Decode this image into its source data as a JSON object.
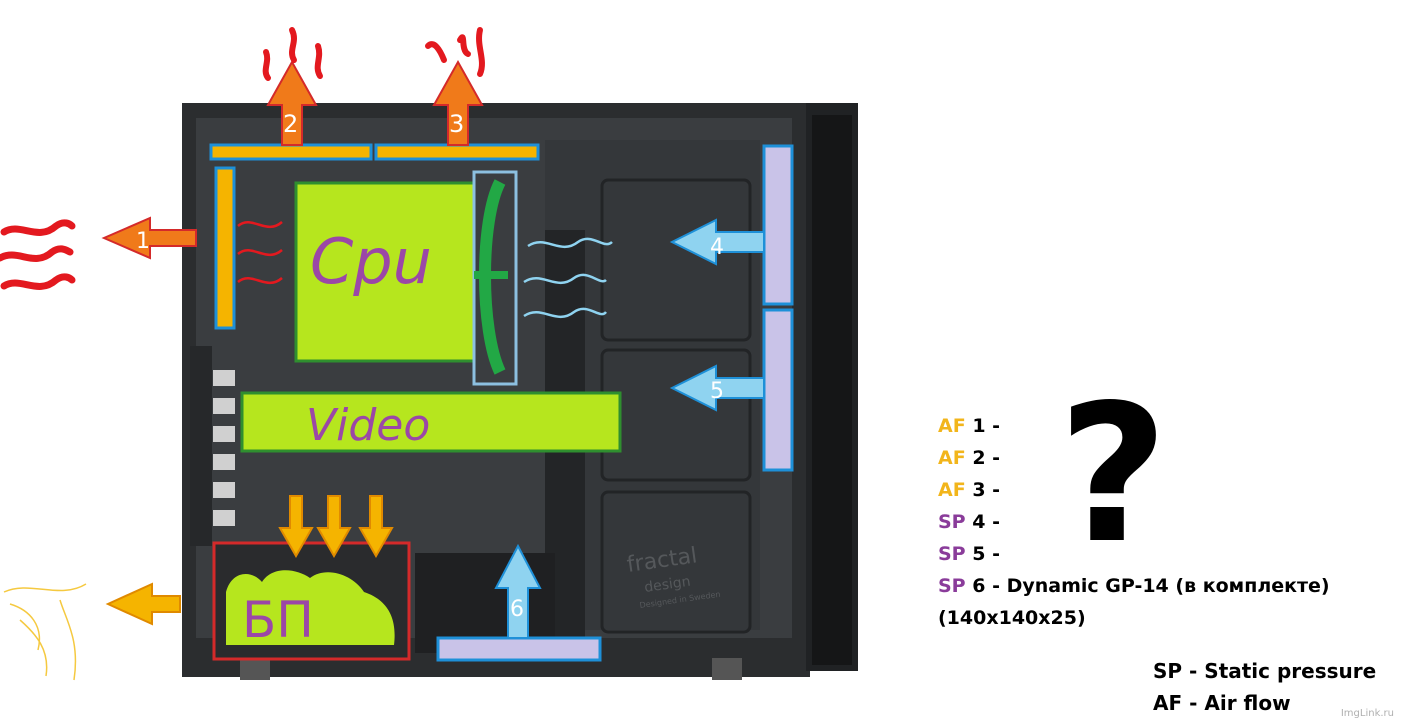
{
  "colors": {
    "af": "#f2b51b",
    "sp": "#8a3c9a",
    "case": "#2b2d2f",
    "component": "#b6e61e",
    "fan_intake": "#c9c3e8",
    "fan_exhaust": "#f5b400",
    "frame_blue": "#1e90d8",
    "heat_red": "#e3191f",
    "label_purple": "#9b47a7"
  },
  "labels": {
    "cpu": "Cpu",
    "video": "Video",
    "psu": "БП",
    "question": "?",
    "brand": "fractal",
    "brand_sub": "design",
    "brand_tag": "Designed in Sweden"
  },
  "fan_numbers": [
    "1",
    "2",
    "3",
    "4",
    "5",
    "6"
  ],
  "legend": [
    {
      "type": "AF",
      "text": "1 -"
    },
    {
      "type": "AF",
      "text": "2 -"
    },
    {
      "type": "AF",
      "text": "3 -"
    },
    {
      "type": "SP",
      "text": "4 -"
    },
    {
      "type": "SP",
      "text": "5 -"
    },
    {
      "type": "SP",
      "text": "6 - Dynamic GP-14 (в комплекте)"
    },
    {
      "type": "",
      "text": "(140x140x25)"
    }
  ],
  "abbreviations": [
    {
      "key": "SP",
      "text": "SP - Static pressure"
    },
    {
      "key": "AF",
      "text": "AF - Air flow"
    }
  ],
  "watermark": "ImgLink.ru"
}
